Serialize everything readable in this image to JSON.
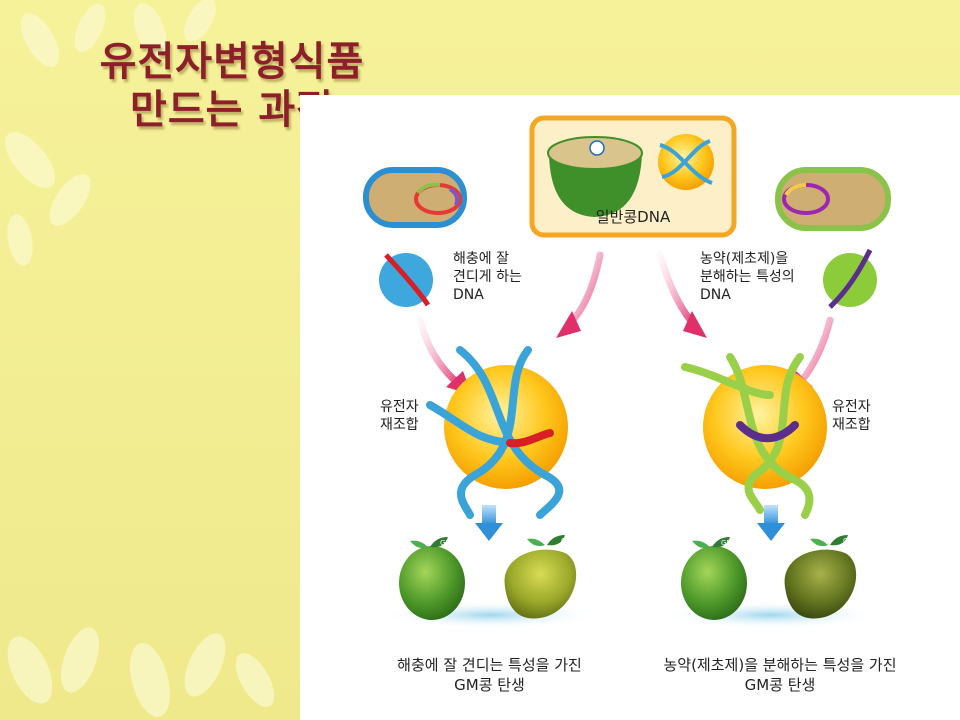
{
  "title": {
    "line1": "유전자변형식품",
    "line2": "만드는 과정"
  },
  "diagram": {
    "source_label": "일반콩DNA",
    "left": {
      "dna_label_1": "해충에 잘",
      "dna_label_2": "견디게 하는",
      "dna_label_3": "DNA",
      "recomb_label_1": "유전자",
      "recomb_label_2": "재조합",
      "result_line1": "해충에 잘 견디는 특성을 가진",
      "result_line2": "GM콩 탄생",
      "insert_color": "#d81f26"
    },
    "right": {
      "dna_label_1": "농약(제초제)을",
      "dna_label_2": "분해하는 특성의",
      "dna_label_3": "DNA",
      "recomb_label_1": "유전자",
      "recomb_label_2": "재조합",
      "result_line1": "농약(제초제)을 분해하는 특성을 가진",
      "result_line2": "GM콩 탄생",
      "insert_color": "#5b2d8c"
    },
    "gm_tag": "GM",
    "colors": {
      "arrow": "#e0306a",
      "down_arrow": "#2f8fd8",
      "gene_ball": "#ffc21a",
      "source_box": "#f5a623"
    }
  }
}
